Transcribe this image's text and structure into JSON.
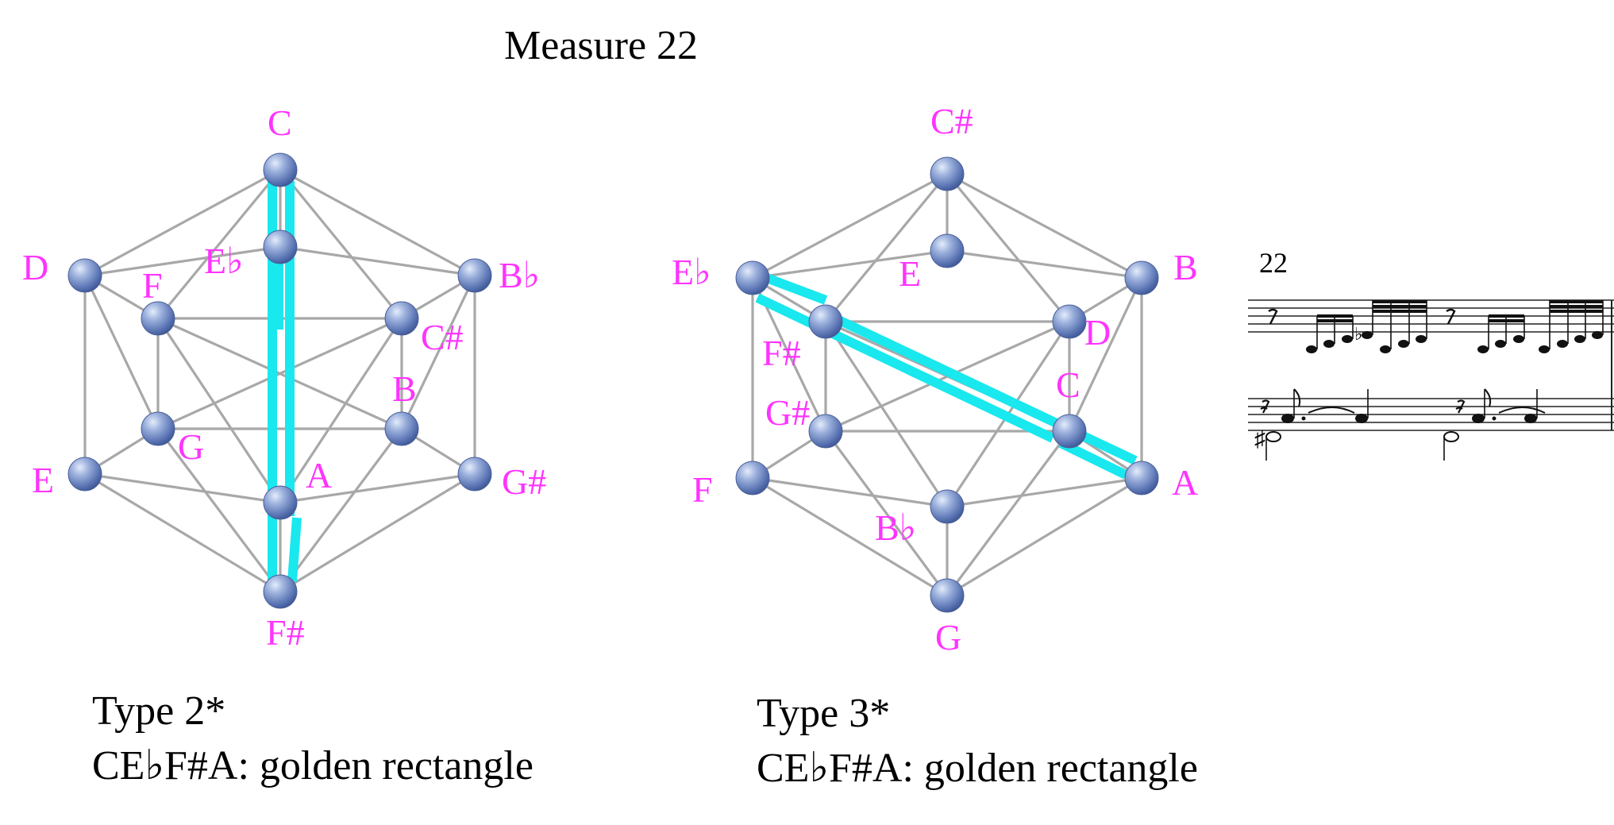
{
  "title": "Measure 22",
  "colors": {
    "label": "#ff33ff",
    "highlight": "#19e8ee",
    "edge": "#a8a8a8",
    "node": "#6f86c2"
  },
  "left_diagram": {
    "nodes": [
      {
        "id": "C",
        "label": "C"
      },
      {
        "id": "Eb",
        "label": "E♭"
      },
      {
        "id": "D",
        "label": "D"
      },
      {
        "id": "F",
        "label": "F"
      },
      {
        "id": "Bb",
        "label": "B♭"
      },
      {
        "id": "Cs",
        "label": "C#"
      },
      {
        "id": "B",
        "label": "B"
      },
      {
        "id": "G",
        "label": "G"
      },
      {
        "id": "E",
        "label": "E"
      },
      {
        "id": "Gs",
        "label": "G#"
      },
      {
        "id": "A",
        "label": "A"
      },
      {
        "id": "Fs",
        "label": "F#"
      }
    ],
    "type_label": "Type 2*",
    "caption": "CE♭F#A: golden rectangle"
  },
  "right_diagram": {
    "nodes": [
      {
        "id": "Cs",
        "label": "C#"
      },
      {
        "id": "E",
        "label": "E"
      },
      {
        "id": "Eb",
        "label": "E♭"
      },
      {
        "id": "B",
        "label": "B"
      },
      {
        "id": "Fs",
        "label": "F#"
      },
      {
        "id": "D",
        "label": "D"
      },
      {
        "id": "Gs",
        "label": "G#"
      },
      {
        "id": "C",
        "label": "C"
      },
      {
        "id": "F",
        "label": "F"
      },
      {
        "id": "A",
        "label": "A"
      },
      {
        "id": "Bb",
        "label": "B♭"
      },
      {
        "id": "G",
        "label": "G"
      }
    ],
    "type_label": "Type 3*",
    "caption": "CE♭F#A: golden rectangle"
  },
  "score": {
    "measure_number": "22"
  }
}
